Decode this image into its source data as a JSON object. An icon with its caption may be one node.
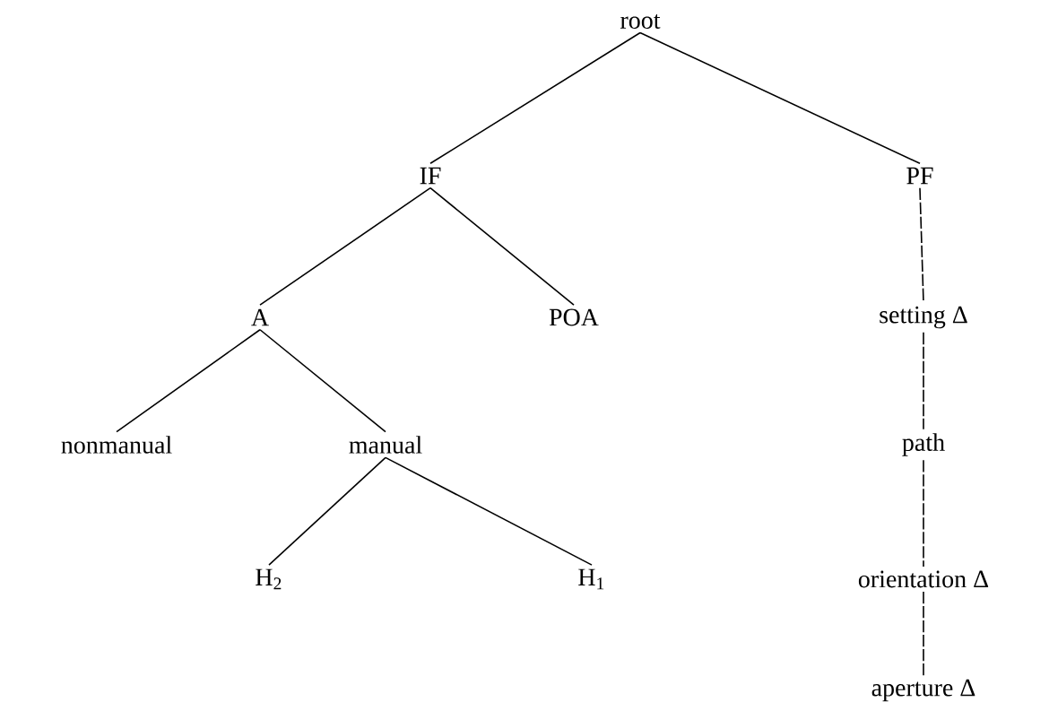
{
  "diagram": {
    "nodes": [
      {
        "text": [
          "root"
        ]
      },
      {
        "text": [
          "IF"
        ]
      },
      {
        "text": [
          "PF"
        ]
      },
      {
        "text": [
          "A"
        ]
      },
      {
        "text": [
          "POA"
        ]
      },
      {
        "text": [
          "setting Δ"
        ]
      },
      {
        "text": [
          "nonmanual"
        ]
      },
      {
        "text": [
          "manual"
        ]
      },
      {
        "text": [
          "path"
        ]
      },
      {
        "text": [
          "H$_{2}$"
        ]
      },
      {
        "text": [
          "H$_{1}$"
        ]
      },
      {
        "text": [
          "orientation Δ"
        ]
      },
      {
        "text": [
          "aperture Δ"
        ]
      }
    ],
    "edges": [
      {
        "from": 0,
        "to": 1,
        "arrow": "none"
      },
      {
        "from": 0,
        "to": 2,
        "arrow": "none"
      },
      {
        "from": 1,
        "to": 3,
        "arrow": "none"
      },
      {
        "from": 1,
        "to": 4,
        "arrow": "none"
      },
      {
        "from": 3,
        "to": 6,
        "arrow": "none"
      },
      {
        "from": 3,
        "to": 7,
        "arrow": "none"
      },
      {
        "from": 7,
        "to": 9,
        "arrow": "none"
      },
      {
        "from": 7,
        "to": 10,
        "arrow": "none"
      },
      {
        "from": 2,
        "to": 5,
        "arrow": "none",
        "style": "dashed"
      },
      {
        "from": 5,
        "to": 8,
        "arrow": "none",
        "style": "dashed"
      },
      {
        "from": 8,
        "to": 11,
        "arrow": "none",
        "style": "dashed"
      },
      {
        "from": 11,
        "to": 12,
        "arrow": "none",
        "style": "dashed"
      }
    ]
  }
}
